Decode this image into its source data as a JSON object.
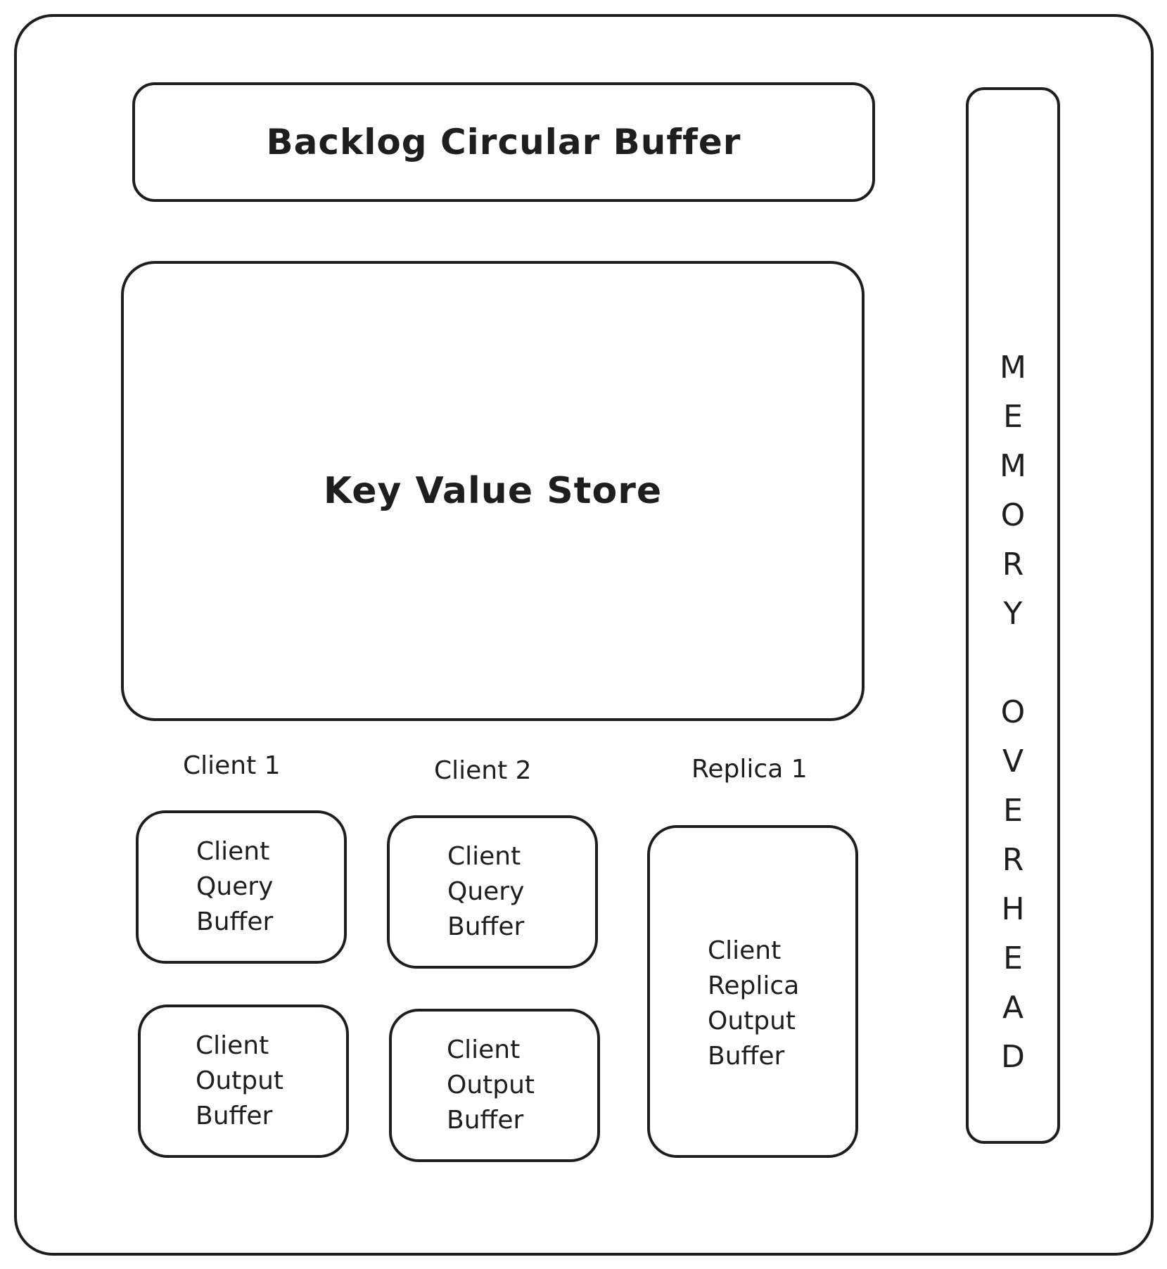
{
  "diagram": {
    "backlog": {
      "label": "Backlog Circular Buffer"
    },
    "kv_store": {
      "label": "Key Value Store"
    },
    "memory_overhead": {
      "label": "MEMORY OVERHEAD",
      "letters": [
        "M",
        "E",
        "M",
        "O",
        "R",
        "Y",
        "",
        "O",
        "V",
        "E",
        "R",
        "H",
        "E",
        "A",
        "D"
      ]
    },
    "client1": {
      "label": "Client 1",
      "query_buffer": [
        "Client",
        "Query",
        "Buffer"
      ],
      "output_buffer": [
        "Client",
        "Output",
        "Buffer"
      ]
    },
    "client2": {
      "label": "Client 2",
      "query_buffer": [
        "Client",
        "Query",
        "Buffer"
      ],
      "output_buffer": [
        "Client",
        "Output",
        "Buffer"
      ]
    },
    "replica1": {
      "label": "Replica 1",
      "output_buffer": [
        "Client",
        "Replica",
        "Output",
        "Buffer"
      ]
    }
  }
}
